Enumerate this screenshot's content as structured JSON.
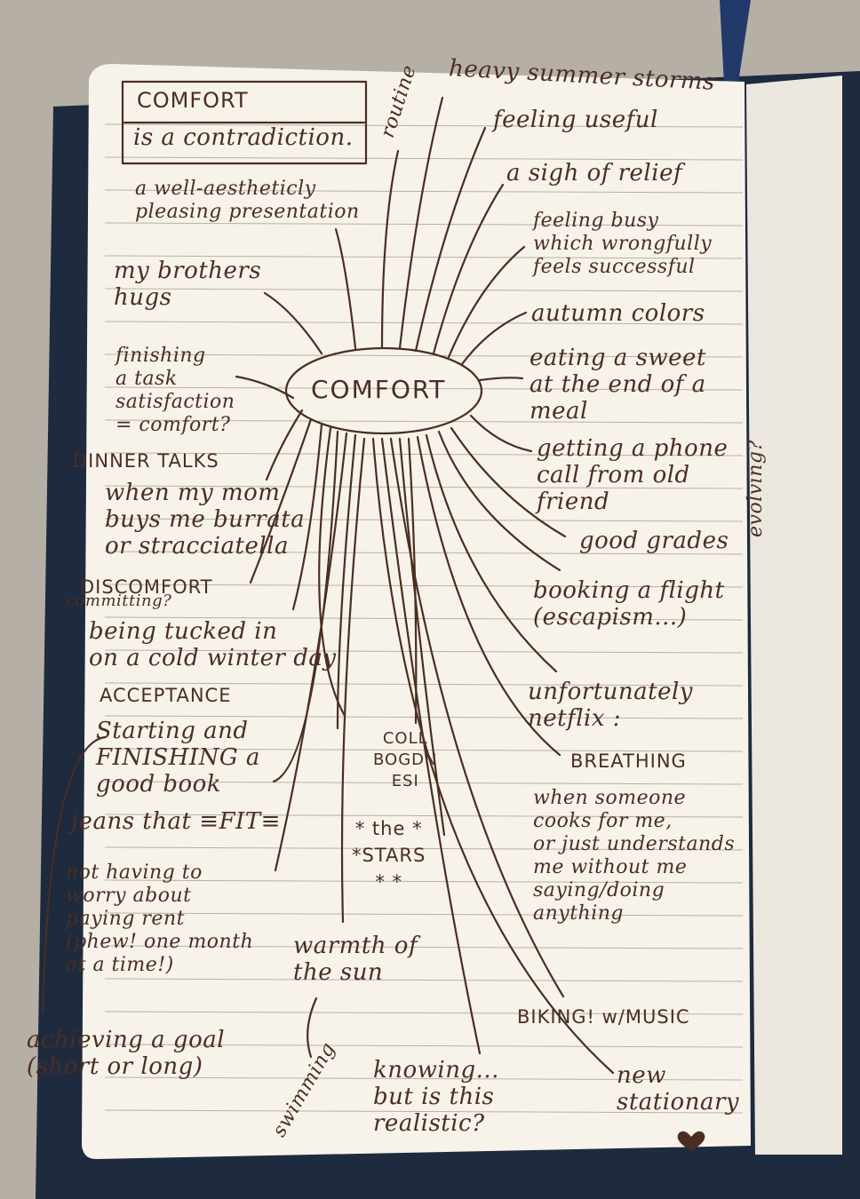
{
  "title_box": {
    "line1": "COMFORT",
    "line2": "is a contradiction."
  },
  "center": "COMFORT",
  "items": {
    "routine": "routine",
    "heavy_summer_storms": "heavy summer storms",
    "feeling_useful": "feeling useful",
    "sigh_of_relief": "a sigh of relief",
    "feeling_busy": "feeling busy\nwhich wrongfully\nfeels successful",
    "autumn_colors": "autumn colors",
    "eating_sweet": "eating a sweet\nat the end of a\nmeal",
    "phone_call": "getting a phone\ncall from old\nfriend",
    "evolving": "evolving?",
    "good_grades": "good grades",
    "booking_flight": "booking a flight\n(escapism...)",
    "netflix": "unfortunately\nnetflix :",
    "breathing": "BREATHING",
    "cooks_for_me": "when someone\ncooks for me,\nor just understands\nme without me\nsaying/doing\nanything",
    "biking": "BIKING! w/MUSIC",
    "new_stationary": "new\nstationary",
    "knowing": "knowing...\nbut is this\nrealistic?",
    "swimming": "swimming",
    "warmth_sun": "warmth of\nthe sun",
    "stars": "* the *\n*STARS\n* *",
    "coll": "COLL\nBOGDN\nESI",
    "achieving_goal": "achieving a goal\n(short or long)",
    "paying_rent": "not having to\nworry about\npaying rent\n(phew! one month\nat a time!)",
    "jeans": "jeans that ≡FIT≡",
    "good_book": "Starting and\nFINISHING a\ngood book",
    "acceptance": "ACCEPTANCE",
    "tucked_in": "being tucked in\non a cold winter day",
    "discomfort": "DISCOMFORT",
    "committing": "committing?",
    "burrata": "when my mom\nbuys me burrata\nor stracciatella",
    "dinner_talks": "DINNER TALKS",
    "finishing_task": "finishing\na task\nsatisfaction\n= comfort?",
    "brothers_hugs": "my brothers\nhugs",
    "presentation": "a well-aestheticly\npleasing presentation"
  },
  "colors": {
    "ink": "#4a2e22",
    "paper": "#f7f3ea",
    "rule_line": "#b9b0a4",
    "background": "#b9b3a9",
    "notebook_cover": "#1e2a3e"
  }
}
